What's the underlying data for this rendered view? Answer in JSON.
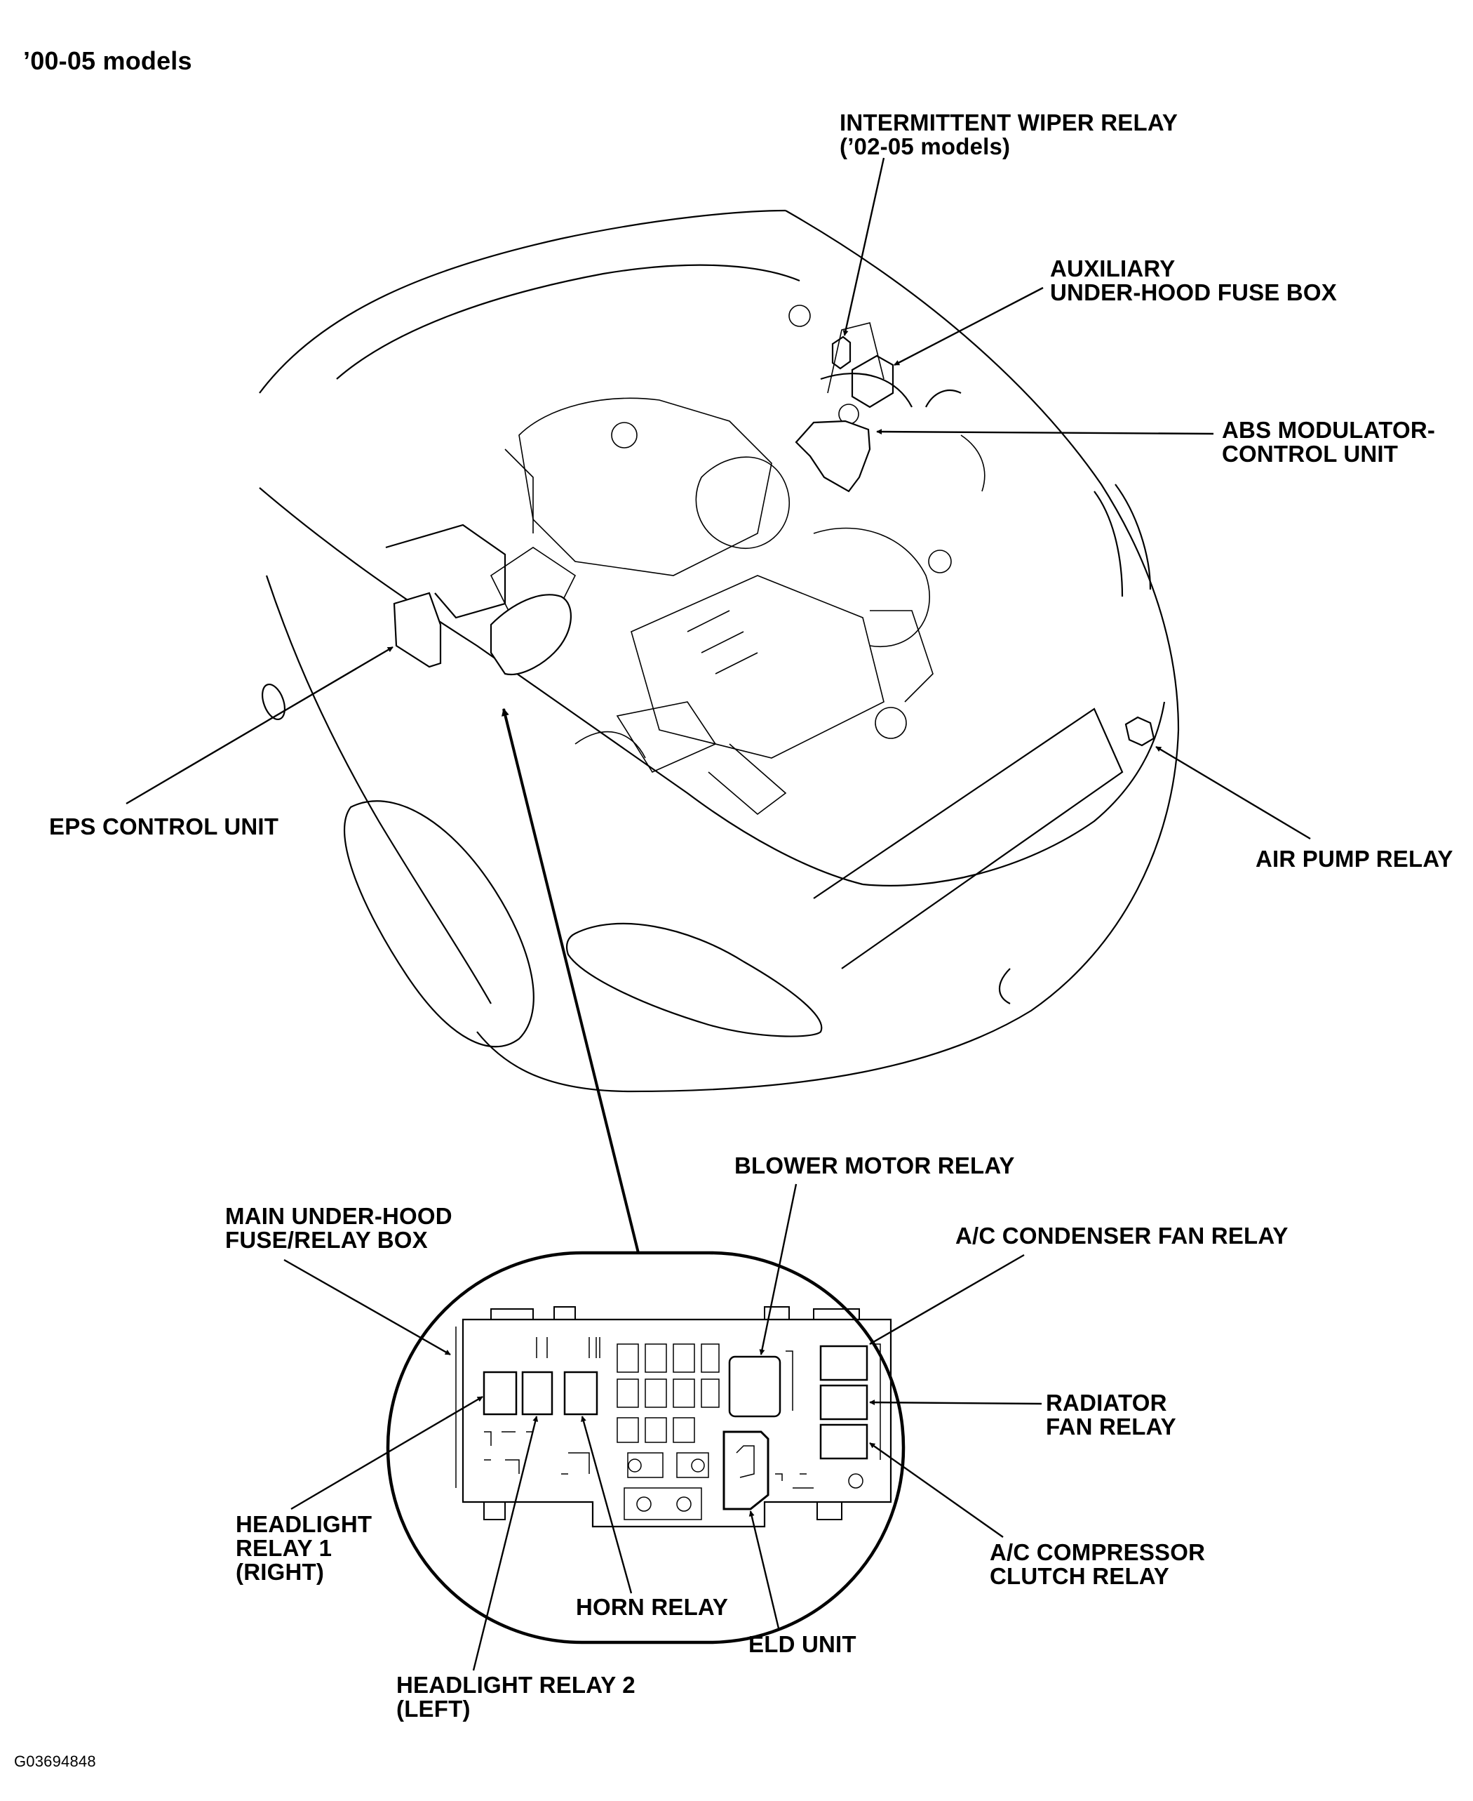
{
  "title": "’00-05 models",
  "figure_id": "G03694848",
  "labels": {
    "intermittent_wiper_relay": [
      "INTERMITTENT WIPER RELAY",
      "(’02-05 models)"
    ],
    "auxiliary_fuse_box": [
      "AUXILIARY",
      "UNDER-HOOD FUSE BOX"
    ],
    "abs_modulator": [
      "ABS MODULATOR-",
      "CONTROL UNIT"
    ],
    "eps_control_unit": [
      "EPS CONTROL UNIT"
    ],
    "air_pump_relay": [
      "AIR PUMP RELAY"
    ],
    "blower_motor_relay": [
      "BLOWER MOTOR RELAY"
    ],
    "main_fuse_box": [
      "MAIN UNDER-HOOD",
      "FUSE/RELAY BOX"
    ],
    "ac_condenser_fan_relay": [
      "A/C CONDENSER FAN RELAY"
    ],
    "radiator_fan_relay": [
      "RADIATOR",
      "FAN RELAY"
    ],
    "ac_compressor_clutch_relay": [
      "A/C COMPRESSOR",
      "CLUTCH RELAY"
    ],
    "headlight_relay_1": [
      "HEADLIGHT",
      "RELAY 1",
      "(RIGHT)"
    ],
    "horn_relay": [
      "HORN RELAY"
    ],
    "eld_unit": [
      "ELD UNIT"
    ],
    "headlight_relay_2": [
      "HEADLIGHT RELAY 2",
      "(LEFT)"
    ]
  },
  "colors": {
    "ink": "#000000",
    "background": "#ffffff"
  }
}
